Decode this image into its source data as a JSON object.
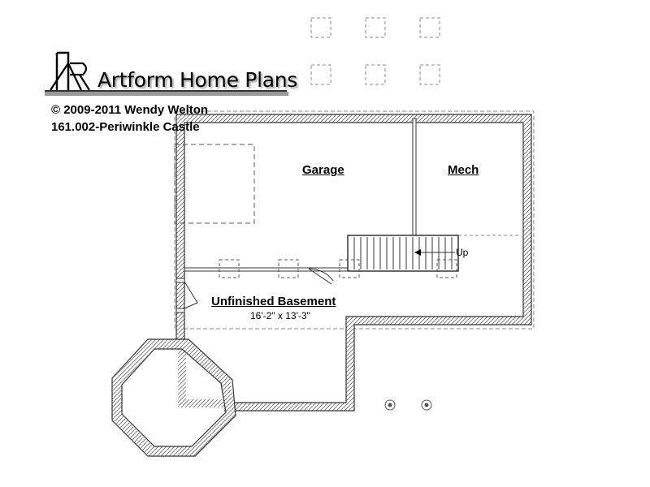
{
  "brand": {
    "name": "Artform Home Plans",
    "copyright": "© 2009-2011 Wendy Welton",
    "plan_code": "161.002-Periwinkle Castle"
  },
  "rooms": {
    "garage": "Garage",
    "mech": "Mech",
    "basement": "Unfinished Basement",
    "basement_dims": "16'-2\" x 13'-3\""
  },
  "stairs": {
    "label": "Up"
  },
  "colors": {
    "wall": "#333333",
    "dashed": "#555555",
    "shadow": "#9a9a9a"
  },
  "icons": [
    "artform-logo-icon",
    "stair-arrow-icon",
    "column-icon"
  ]
}
